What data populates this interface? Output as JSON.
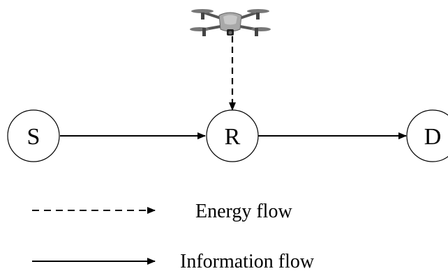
{
  "nodes": [
    {
      "id": "S",
      "label": "S"
    },
    {
      "id": "R",
      "label": "R"
    },
    {
      "id": "D",
      "label": "D"
    }
  ],
  "edges": [
    {
      "from": "S",
      "to": "R",
      "style": "solid"
    },
    {
      "from": "R",
      "to": "D",
      "style": "solid"
    },
    {
      "from": "uav",
      "to": "R",
      "style": "dashed"
    }
  ],
  "uav": {
    "icon": "drone-icon"
  },
  "legend": {
    "energy": {
      "label": "Energy flow",
      "style": "dashed"
    },
    "information": {
      "label": "Information flow",
      "style": "solid"
    }
  },
  "colors": {
    "stroke": "#000000",
    "drone_body": "#9a9a9a",
    "drone_dark": "#333333"
  }
}
